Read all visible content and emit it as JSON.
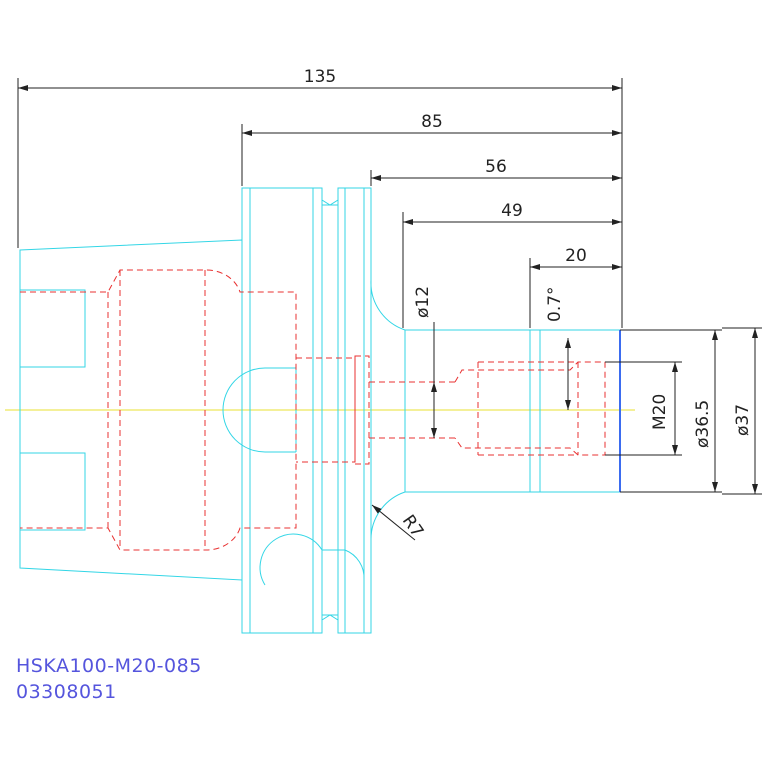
{
  "dimensions": {
    "overall_length": "135",
    "shank_length": "85",
    "body_length": "56",
    "nose_length": "49",
    "tip_length": "20",
    "taper_angle": "0.7°",
    "bore_diameter": "ø12",
    "thread": "M20",
    "diameter_inner": "ø36.5",
    "diameter_outer": "ø37",
    "radius": "R7"
  },
  "title_block": {
    "part_name": "HSKA100-M20-085",
    "part_number": "03308051"
  },
  "colors": {
    "outline": "#33d6e6",
    "hidden": "#e83030",
    "dimension": "#222222",
    "centerline": "#e8e030",
    "title": "#5555dd"
  }
}
